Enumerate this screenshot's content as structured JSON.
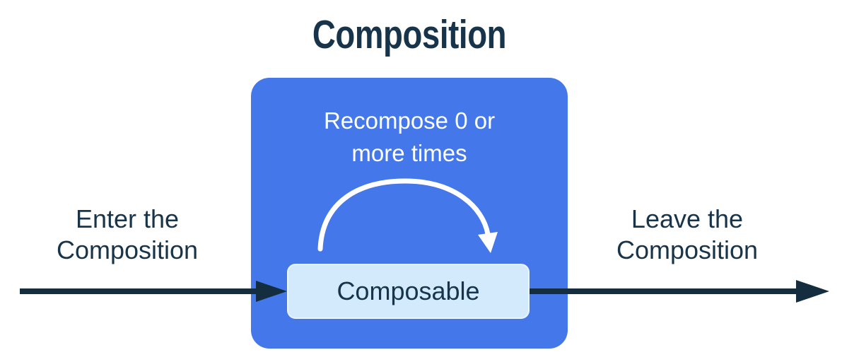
{
  "title": "Composition",
  "labels": {
    "left": {
      "lines": [
        "Enter the",
        "Composition"
      ]
    },
    "right": {
      "lines": [
        "Leave the",
        "Composition"
      ]
    }
  },
  "composition": {
    "recompose": {
      "lines": [
        "Recompose 0 or",
        "more times"
      ]
    },
    "composable": "Composable"
  },
  "colors": {
    "box_blue": "#4377ea",
    "composable_bg": "#d3eafc",
    "composable_border": "#e9f4fd",
    "ink": "#17344a",
    "arrow_ink": "#142e3f",
    "arc_white": "#ffffff",
    "background": "#ffffff"
  }
}
